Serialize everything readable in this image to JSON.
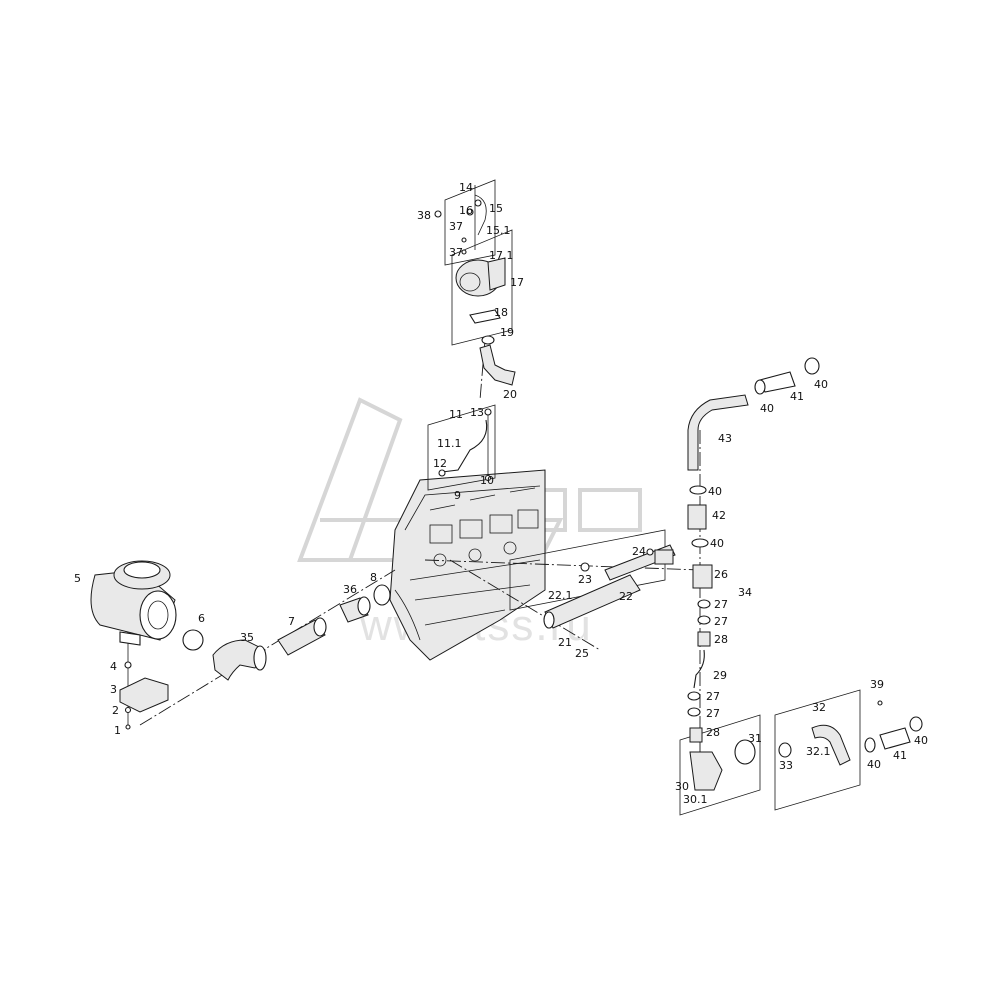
{
  "diagram": {
    "watermark_text": "www.tss.ru",
    "labels": {
      "l1": "1",
      "l2": "2",
      "l3": "3",
      "l4": "4",
      "l5": "5",
      "l6": "6",
      "l7": "7",
      "l8": "8",
      "l9": "9",
      "l10": "10",
      "l11": "11",
      "l11_1": "11.1",
      "l12": "12",
      "l13": "13",
      "l14": "14",
      "l15": "15",
      "l15_1": "15.1",
      "l16": "16",
      "l17": "17",
      "l17_1": "17.1",
      "l18": "18",
      "l19": "19",
      "l20": "20",
      "l21": "21",
      "l22": "22",
      "l22_1": "22.1",
      "l23": "23",
      "l24": "24",
      "l25": "25",
      "l26": "26",
      "l27a": "27",
      "l27b": "27",
      "l27c": "27",
      "l27d": "27",
      "l28a": "28",
      "l28b": "28",
      "l29": "29",
      "l30": "30",
      "l30_1": "30.1",
      "l31": "31",
      "l32": "32",
      "l32_1": "32.1",
      "l33": "33",
      "l34": "34",
      "l35": "35",
      "l36": "36",
      "l37a": "37",
      "l37b": "37",
      "l38": "38",
      "l39": "39",
      "l40a": "40",
      "l40b": "40",
      "l40c": "40",
      "l40d": "40",
      "l40e": "40",
      "l40f": "40",
      "l41a": "41",
      "l41b": "41",
      "l42": "42",
      "l43": "43"
    }
  }
}
